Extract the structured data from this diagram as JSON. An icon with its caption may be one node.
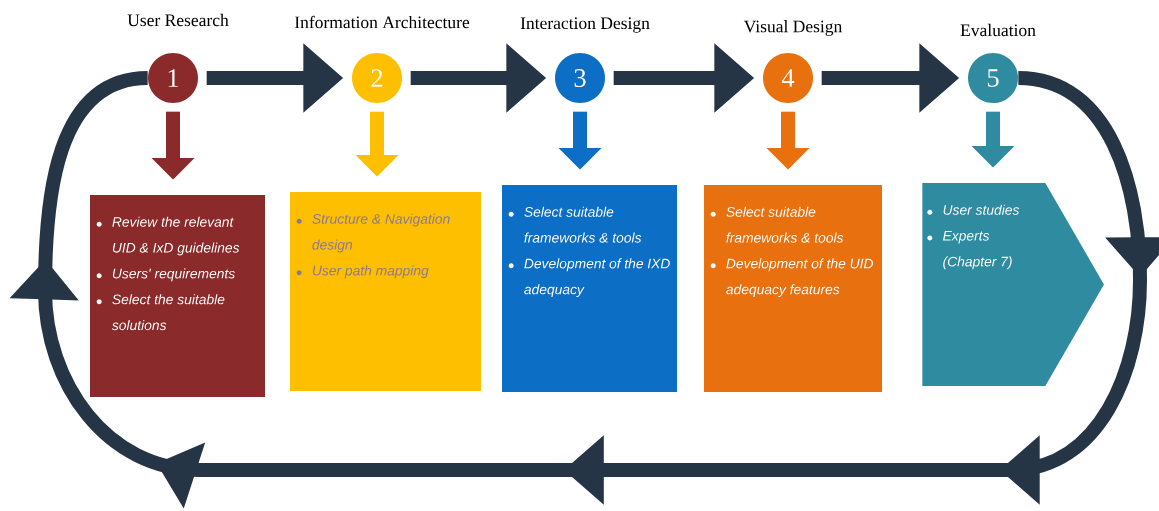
{
  "diagram": {
    "nodes": [
      {
        "text": [
          "User Research",
          "1"
        ]
      },
      {
        "text": [
          "Information Architecture",
          "2"
        ]
      },
      {
        "text": [
          "Interaction Design",
          "3"
        ]
      },
      {
        "text": [
          "Visual Design",
          "4"
        ]
      },
      {
        "text": [
          "Evaluation",
          "5"
        ]
      },
      {
        "text": [
          "Review the relevant UID & IxD guidelines",
          "Users' requirements",
          "Select the suitable solutions"
        ]
      },
      {
        "text": [
          "Structure & Navigation design",
          "User path mapping"
        ]
      },
      {
        "text": [
          "Select suitable frameworks & tools",
          "Development of the IXD adequacy"
        ]
      },
      {
        "text": [
          "Select suitable frameworks & tools",
          "Development of the UID adequacy features"
        ]
      },
      {
        "text": [
          "User studies",
          "Experts (Chapter 7)"
        ]
      }
    ],
    "edges": [
      {
        "from": 0,
        "to": 1,
        "arrow": "to",
        "color": "#263545"
      },
      {
        "from": 1,
        "to": 2,
        "arrow": "to",
        "color": "#263545"
      },
      {
        "from": 2,
        "to": 3,
        "arrow": "to",
        "color": "#263545"
      },
      {
        "from": 3,
        "to": 4,
        "arrow": "to",
        "color": "#263545"
      },
      {
        "from": 0,
        "to": 5,
        "arrow": "to",
        "color": "#8b2a2a"
      },
      {
        "from": 1,
        "to": 6,
        "arrow": "to",
        "color": "#fdbf00"
      },
      {
        "from": 2,
        "to": 7,
        "arrow": "to",
        "color": "#0c6ec4"
      },
      {
        "from": 3,
        "to": 8,
        "arrow": "to",
        "color": "#e8700f"
      },
      {
        "from": 4,
        "to": 9,
        "arrow": "to",
        "color": "#2e8ba0"
      },
      {
        "from": 4,
        "to": 0,
        "arrow": "to",
        "color": "#263545"
      }
    ]
  }
}
